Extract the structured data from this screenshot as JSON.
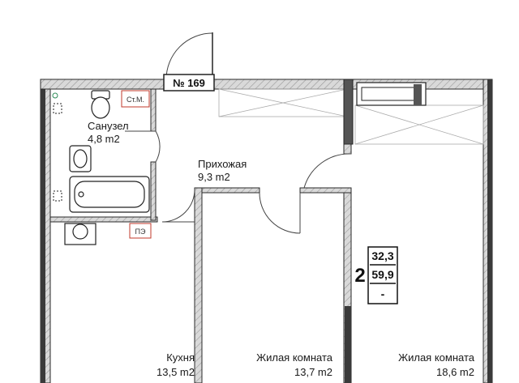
{
  "apartment": {
    "number": "№ 169",
    "rooms_count": "2",
    "area_living": "32,3",
    "area_total": "59,9",
    "extra": "-"
  },
  "rooms": [
    {
      "name": "Санузел",
      "area": "4,8 m2"
    },
    {
      "name": "Прихожая",
      "area": "9,3 m2"
    },
    {
      "name": "Кухня",
      "area": "13,5 m2"
    },
    {
      "name": "Жилая комната",
      "area": "13,7 m2"
    },
    {
      "name": "Жилая комната",
      "area": "18,6 m2"
    }
  ],
  "labels": {
    "riser": "Ст.М.",
    "electrical_panel": "ПЭ"
  },
  "colors": {
    "wall": "#2a2a2a",
    "wall_fill": "#8c8c8c",
    "accent_red": "#c0392b"
  }
}
